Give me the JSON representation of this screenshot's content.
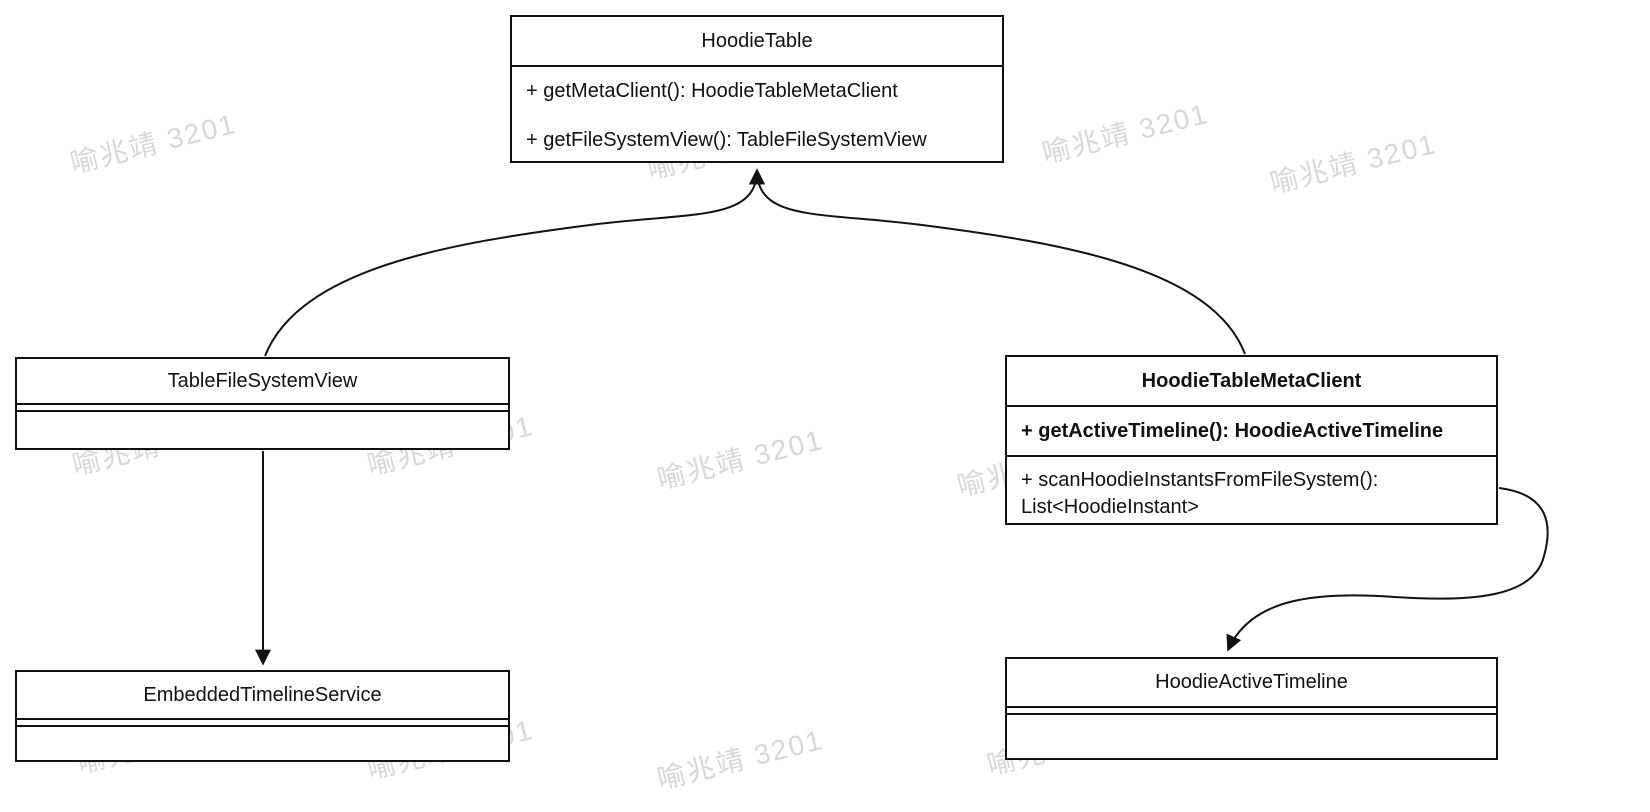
{
  "watermark": {
    "text": "喻兆靖 3201"
  },
  "classes": {
    "hoodie_table": {
      "title": "HoodieTable",
      "method_1": "+ getMetaClient(): HoodieTableMetaClient",
      "method_2": "+ getFileSystemView(): TableFileSystemView"
    },
    "table_file_system_view": {
      "title": "TableFileSystemView"
    },
    "hoodie_table_meta_client": {
      "title": "HoodieTableMetaClient",
      "method_1": "+ getActiveTimeline(): HoodieActiveTimeline",
      "method_2": "+ scanHoodieInstantsFromFileSystem(): List<HoodieInstant>"
    },
    "embedded_timeline_service": {
      "title": "EmbeddedTimelineService"
    },
    "hoodie_active_timeline": {
      "title": "HoodieActiveTimeline"
    }
  }
}
